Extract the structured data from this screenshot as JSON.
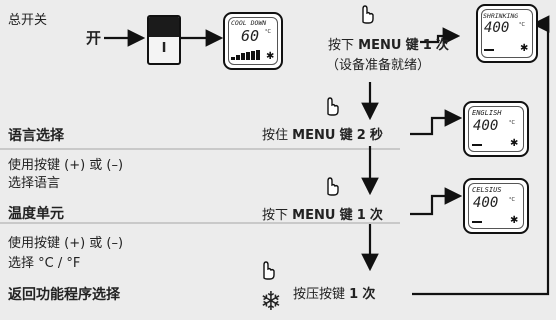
{
  "main_switch_label": "总开关",
  "on_label": "开",
  "switch_position": "I",
  "step1": {
    "pre": "按下",
    "key": "MENU",
    "mid": "键",
    "count": "1",
    "post": "次",
    "note": "（设备准备就绪）"
  },
  "step2": {
    "pre": "按住",
    "key": "MENU",
    "mid": "键",
    "count": "2",
    "post": "秒"
  },
  "step3": {
    "pre": "按下",
    "key": "MENU",
    "mid": "键",
    "count": "1",
    "post": "次"
  },
  "step4": {
    "pre": "按压按键",
    "count": "1",
    "post": "次"
  },
  "left": {
    "language_title": "语言选择",
    "language_desc_1": "使用按键 (+) 或 (–)",
    "language_desc_2": "选择语言",
    "temp_title": "温度单元",
    "temp_desc_1": "使用按键 (+) 或 (–)",
    "temp_desc_2": "选择 °C / °F",
    "return_title": "返回功能程序选择"
  },
  "displays": {
    "cooldown": {
      "status": "COOL DOWN",
      "value": "60",
      "unit": "°C"
    },
    "shrinking": {
      "status": "SHRINKING",
      "value": "400",
      "unit": "°C"
    },
    "english": {
      "status": "ENGLISH",
      "value": "400",
      "unit": "°C"
    },
    "celsius": {
      "status": "CELSIUS",
      "value": "400",
      "unit": "°C"
    }
  },
  "icons": {
    "hand": "pointing-hand-icon",
    "snowflake": "snowflake-icon"
  }
}
